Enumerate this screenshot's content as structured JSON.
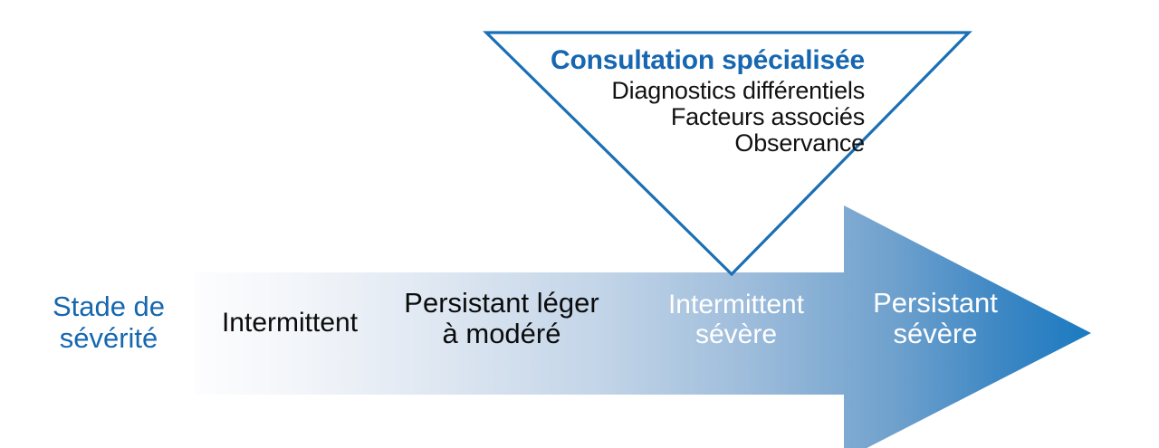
{
  "figure": {
    "title_hidden": "",
    "callout": {
      "shape": "inverted-triangle",
      "title": "Consultation spécialisée",
      "lines": [
        "Diagnostics différentiels",
        "Facteurs associés",
        "Observance"
      ],
      "outline_color": "#1a6fb5"
    },
    "axis": {
      "label_line1": "Stade de",
      "label_line2": "sévérité",
      "label_color": "#1667b0"
    },
    "arrow": {
      "direction": "right",
      "gradient_start_color": "#fcfdfe",
      "gradient_end_color": "#1a7ac0",
      "stages": [
        {
          "id": "intermittent",
          "lines": [
            "Intermittent"
          ],
          "text_color": "#0c0c0c"
        },
        {
          "id": "persistant-leger",
          "lines": [
            "Persistant léger",
            "à modéré"
          ],
          "text_color": "#0c0c0c"
        },
        {
          "id": "intermittent-severe",
          "lines": [
            "Intermittent",
            "sévère"
          ],
          "text_color": "#ffffff"
        },
        {
          "id": "persistant-severe",
          "lines": [
            "Persistant",
            "sévère"
          ],
          "text_color": "#ffffff"
        }
      ]
    }
  }
}
